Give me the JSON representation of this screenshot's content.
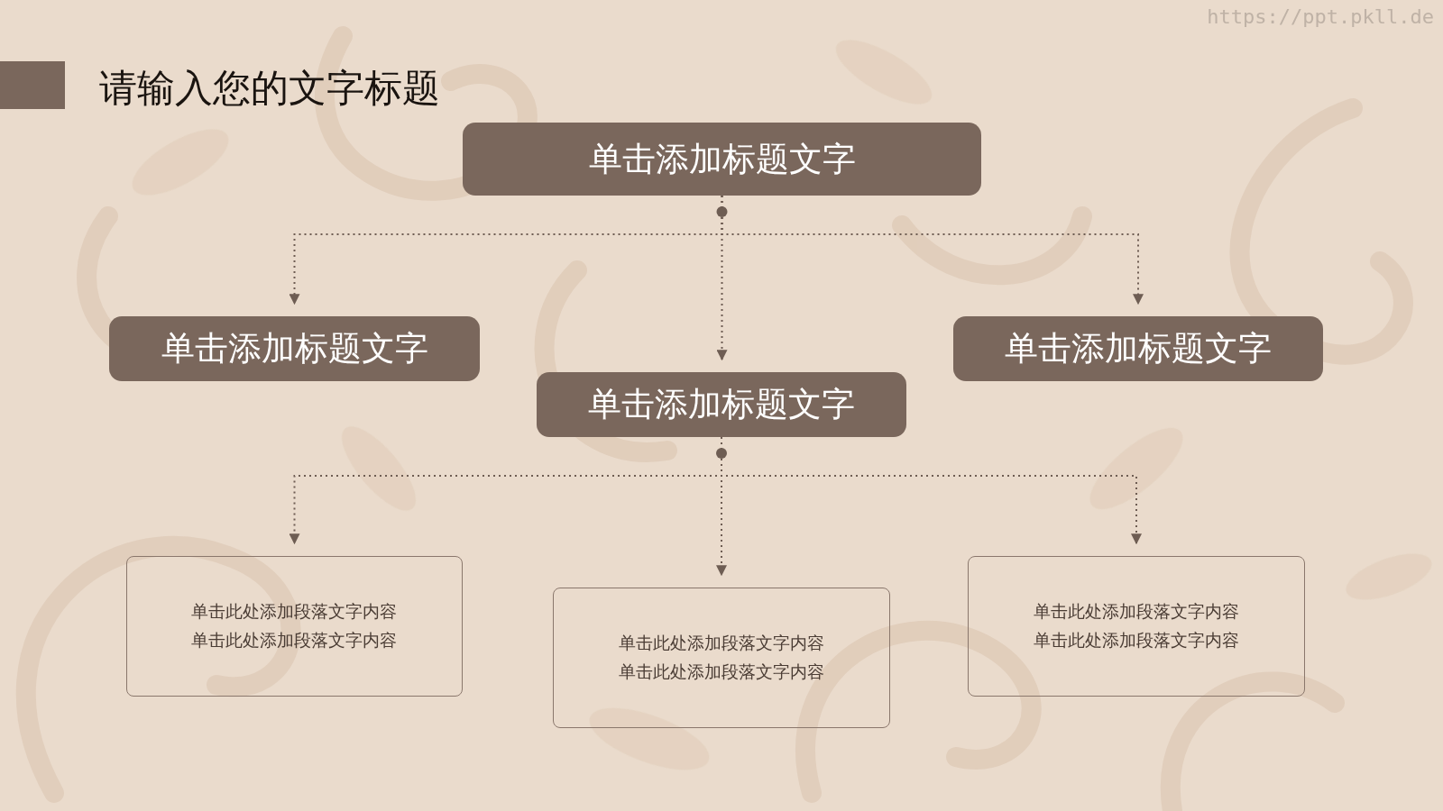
{
  "diagram": {
    "title": "请输入您的文字标题",
    "nodes": [
      {
        "text": [
          "单击添加标题文字"
        ]
      },
      {
        "text": [
          "单击添加标题文字"
        ]
      },
      {
        "text": [
          "单击添加标题文字"
        ]
      },
      {
        "text": [
          "单击添加标题文字"
        ]
      },
      {
        "text": [
          "单击此处添加段落文字内容 单击此处添加段落文字内容"
        ]
      },
      {
        "text": [
          "单击此处添加段落文字内容 单击此处添加段落文字内容"
        ]
      },
      {
        "text": [
          "单击此处添加段落文字内容 单击此处添加段落文字内容"
        ]
      }
    ],
    "edges": [
      {
        "from": 0,
        "to": 1,
        "arrow": "to"
      },
      {
        "from": 0,
        "to": 2,
        "arrow": "to"
      },
      {
        "from": 0,
        "to": 3,
        "arrow": "to"
      },
      {
        "from": 2,
        "to": 4,
        "arrow": "to"
      },
      {
        "from": 2,
        "to": 5,
        "arrow": "to"
      },
      {
        "from": 2,
        "to": 6,
        "arrow": "to"
      }
    ],
    "labels": [
      "https://ppt.pkll.de"
    ]
  }
}
